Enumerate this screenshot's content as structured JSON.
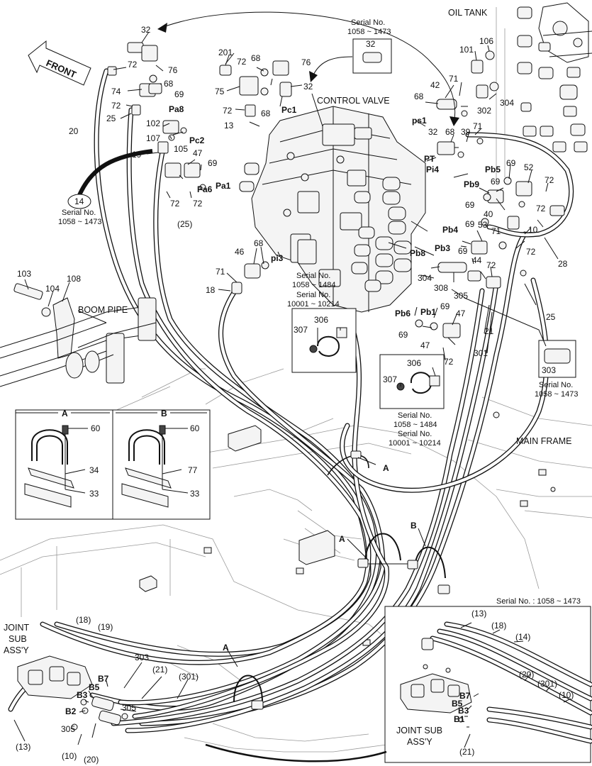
{
  "labels": {
    "front": "FRONT",
    "oil_tank": "OIL TANK",
    "control_valve": "CONTROL VALVE",
    "boom_pipe": "BOOM PIPE",
    "main_frame": "MAIN FRAME",
    "joint_sub_left": [
      "JOINT",
      "SUB",
      "ASS'Y"
    ],
    "joint_sub_right": [
      "JOINT SUB",
      "ASS'Y"
    ]
  },
  "serials": {
    "s1058_1473": [
      "Serial No.",
      "1058 ~ 1473"
    ],
    "s1058_1484": [
      "Serial No.",
      "1058 ~ 1484"
    ],
    "s10001_10214": [
      "Serial No.",
      "10001 ~ 10214"
    ],
    "inset_title": "Serial No. : 1058 ~ 1473"
  },
  "ports": {
    "pa8": "Pa8",
    "pc2": "Pc2",
    "pa6": "Pa6",
    "pa1": "Pa1",
    "pc1": "Pc1",
    "ps1": "ps1",
    "pt": "PT",
    "pi4": "Pi4",
    "pb5": "Pb5",
    "pb9": "Pb9",
    "pb4": "Pb4",
    "pb3": "Pb3",
    "pb8": "Pb8",
    "pi3": "pi3",
    "pb6": "Pb6",
    "pb1": "Pb1",
    "b7": "B7",
    "b5": "B5",
    "b3": "B3",
    "b2": "B2",
    "b1": "B1"
  },
  "clamps": {
    "a": "A",
    "b": "B"
  },
  "parts": {
    "p10": "10",
    "p13": "13",
    "p14": "14",
    "p18": "18",
    "p19": "19",
    "p20": "20",
    "p21": "21",
    "p25": "25",
    "p28": "28",
    "p32": "32",
    "p33": "33",
    "p34": "34",
    "p39": "39",
    "p40": "40",
    "p42": "42",
    "p44": "44",
    "p46": "46",
    "p47": "47",
    "p52": "52",
    "p53": "53",
    "p60": "60",
    "p68": "68",
    "p69": "69",
    "p71": "71",
    "p72": "72",
    "p74": "74",
    "p75": "75",
    "p76": "76",
    "p77": "77",
    "p101": "101",
    "p102": "102",
    "p103": "103",
    "p104": "104",
    "p105": "105",
    "p106": "106",
    "p107": "107",
    "p108": "108",
    "p201": "201",
    "p301": "301",
    "p302": "302",
    "p303": "303",
    "p304": "304",
    "p305": "305",
    "p306": "306",
    "p307": "307",
    "p308": "308"
  },
  "paren_parts": {
    "p10": "(10)",
    "p13": "(13)",
    "p14": "(14)",
    "p18": "(18)",
    "p19": "(19)",
    "p20": "(20)",
    "p21": "(21)",
    "p25": "(25)",
    "p301": "(301)"
  },
  "callout_14": "14"
}
